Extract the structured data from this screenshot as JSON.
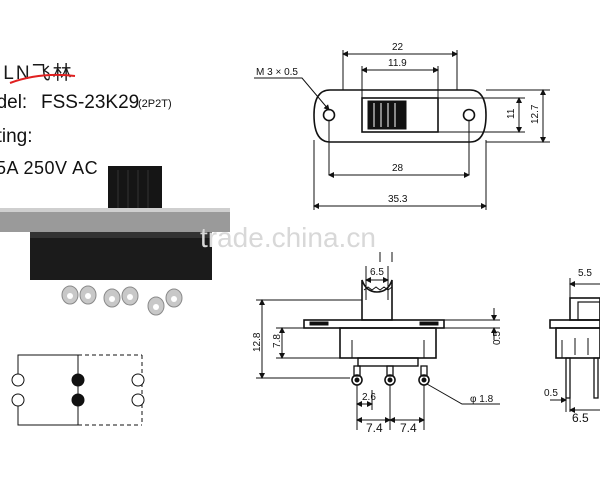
{
  "header": {
    "brand": "ILN飞林",
    "model_label": "odel:",
    "model_value": "FSS-23K29",
    "model_sub": "(2P2T)",
    "rating_label": "ating:",
    "rating_value": "5A  250V  AC"
  },
  "watermark": "trade.china.cn",
  "dimensions": {
    "top_view": {
      "thread": "M 3 × 0.5",
      "overall_plate": "22",
      "slot": "11.9",
      "height_inner": "11",
      "height_outer": "12.7",
      "hole_span": "28",
      "total_length": "35.3"
    },
    "side_view": {
      "actuator": "6.5",
      "total_height": "12.8",
      "body_height": "7.8",
      "tab": "0.5",
      "pin_offset": "2.6",
      "pin_pitch_left": "7.4",
      "pin_pitch_right": "7.4",
      "pin_diameter": "φ 1.8"
    },
    "end_view": {
      "actuator_width": "5.5",
      "pin_width": "0.5",
      "body_width": "6.5"
    }
  }
}
